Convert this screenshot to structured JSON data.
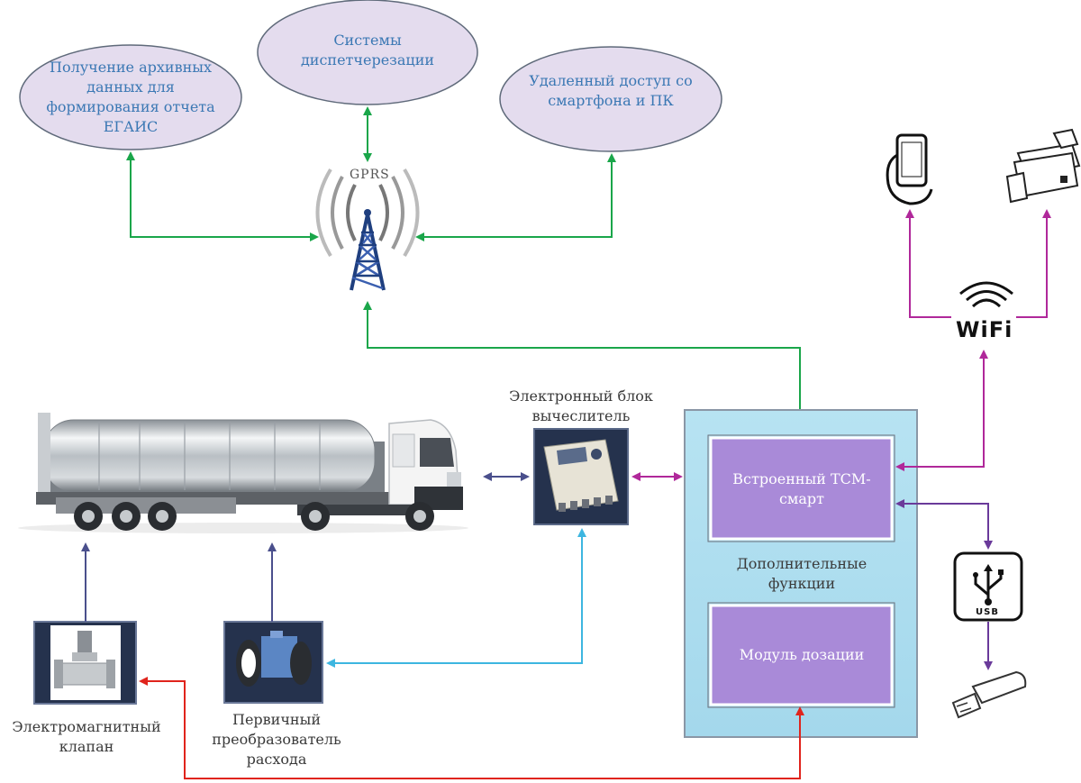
{
  "ellipses": {
    "archive": "Получение архивных данных для формирования отчета ЕГАИС",
    "dispatch": "Системы диспетчерезации",
    "remote": "Удаленный доступ со смартфона и ПК"
  },
  "gprs_label": "GPRS",
  "wifi_label": "WiFi",
  "usb_label": "USB",
  "labels": {
    "computer": "Электронный блок вычеслитель",
    "valve": "Электромагнитный клапан",
    "flow": "Первичный преобразователь расхода",
    "extra": "Дополнительные функции"
  },
  "boxes": {
    "tcm": "Встроенный ТСМ-смарт",
    "dosing": "Модуль дозации"
  },
  "colors": {
    "green": "#1aa64a",
    "magenta": "#b0289a",
    "purple": "#6a3a9a",
    "navy": "#4a4f8c",
    "cyan": "#3db6e0",
    "red": "#e0241c",
    "ellipse_fill": "#e4dcee",
    "panel_fill": "#a8dcef",
    "box_fill": "#a98ad8"
  }
}
